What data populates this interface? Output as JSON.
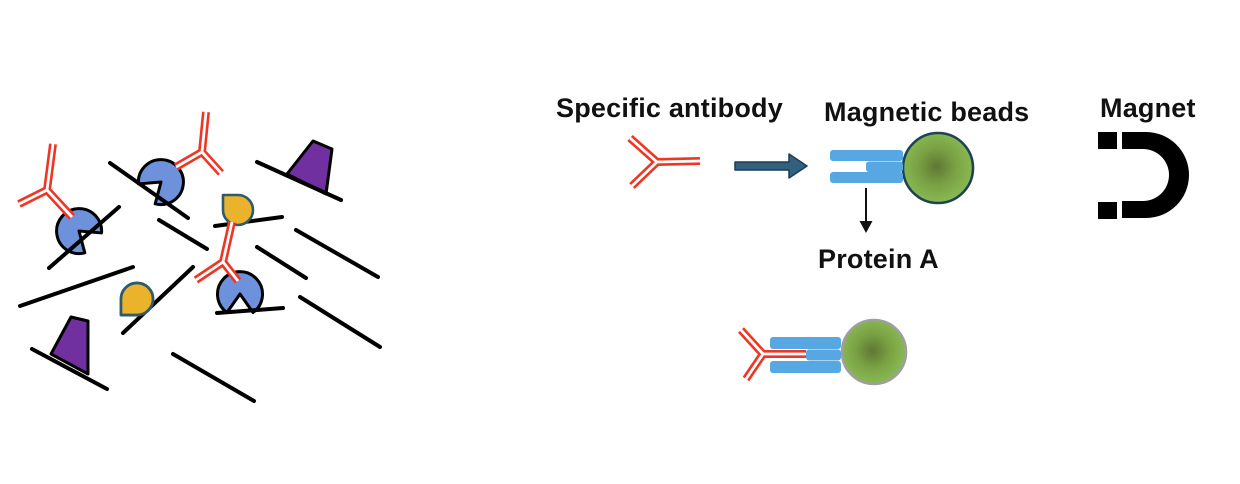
{
  "page": {
    "background": "#ffffff"
  },
  "diagram": {
    "labels": {
      "specific_antibody": "Specific antibody",
      "magnetic_beads": "Magnetic beads",
      "magnet": "Magnet",
      "protein_a": "Protein A"
    },
    "colors": {
      "antibody_red": "#ef3524",
      "target_protein_blue": "#6e91dc",
      "contaminant_yellow": "#ebb32c",
      "contaminant_yellow_outline": "#2e5b6b",
      "contaminant_purple": "#7030a0",
      "line_black": "#000000",
      "protein_a_blue": "#57a7e2",
      "arrow_blue_fill": "#31617f",
      "arrow_blue_border": "#1d3c50",
      "bead_green_center": "#5f7733",
      "bead_green_mid": "#7aa244",
      "bead_green_edge": "#8ec158",
      "bead_outline_top": "#1d4355",
      "bead_outline_bottom": "#9e9e9e"
    },
    "icons": {
      "antibody": "red Y-shaped double-line antibody",
      "target_protein": "blue circle with notch",
      "nontarget_protein_drop": "yellow teardrop protein",
      "nontarget_protein_wedge": "purple trapezoid protein",
      "lysate_strand": "black line strand",
      "magnetic_bead": "green sphere",
      "protein_a_linker": "light blue fork linker",
      "process_arrow": "dark blue block arrow pointing right",
      "pointer_arrow": "thin black arrow pointing down",
      "magnet": "black horseshoe magnet opening left"
    }
  }
}
